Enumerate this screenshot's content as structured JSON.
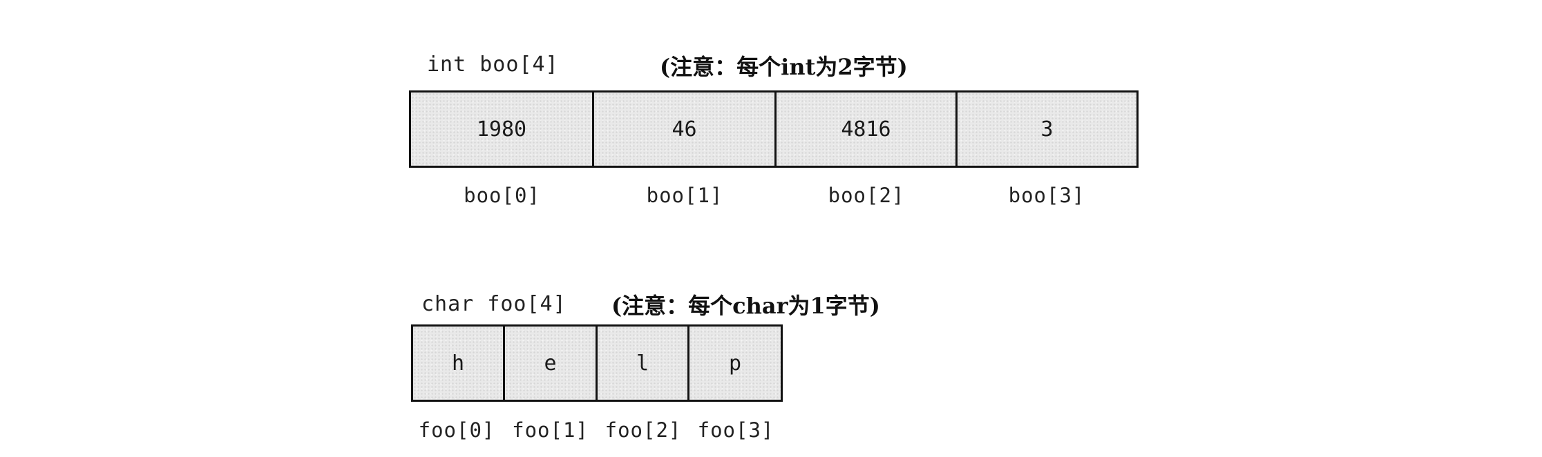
{
  "int_array": {
    "declaration": "int boo[4]",
    "note": "(注意：每个int为2字节)",
    "values": [
      "1980",
      "46",
      "4816",
      "3"
    ],
    "indices": [
      "boo[0]",
      "boo[1]",
      "boo[2]",
      "boo[3]"
    ]
  },
  "char_array": {
    "declaration": "char foo[4]",
    "note": "(注意：每个char为1字节)",
    "values": [
      "h",
      "e",
      "l",
      "p"
    ],
    "indices": [
      "foo[0]",
      "foo[1]",
      "foo[2]",
      "foo[3]"
    ]
  }
}
